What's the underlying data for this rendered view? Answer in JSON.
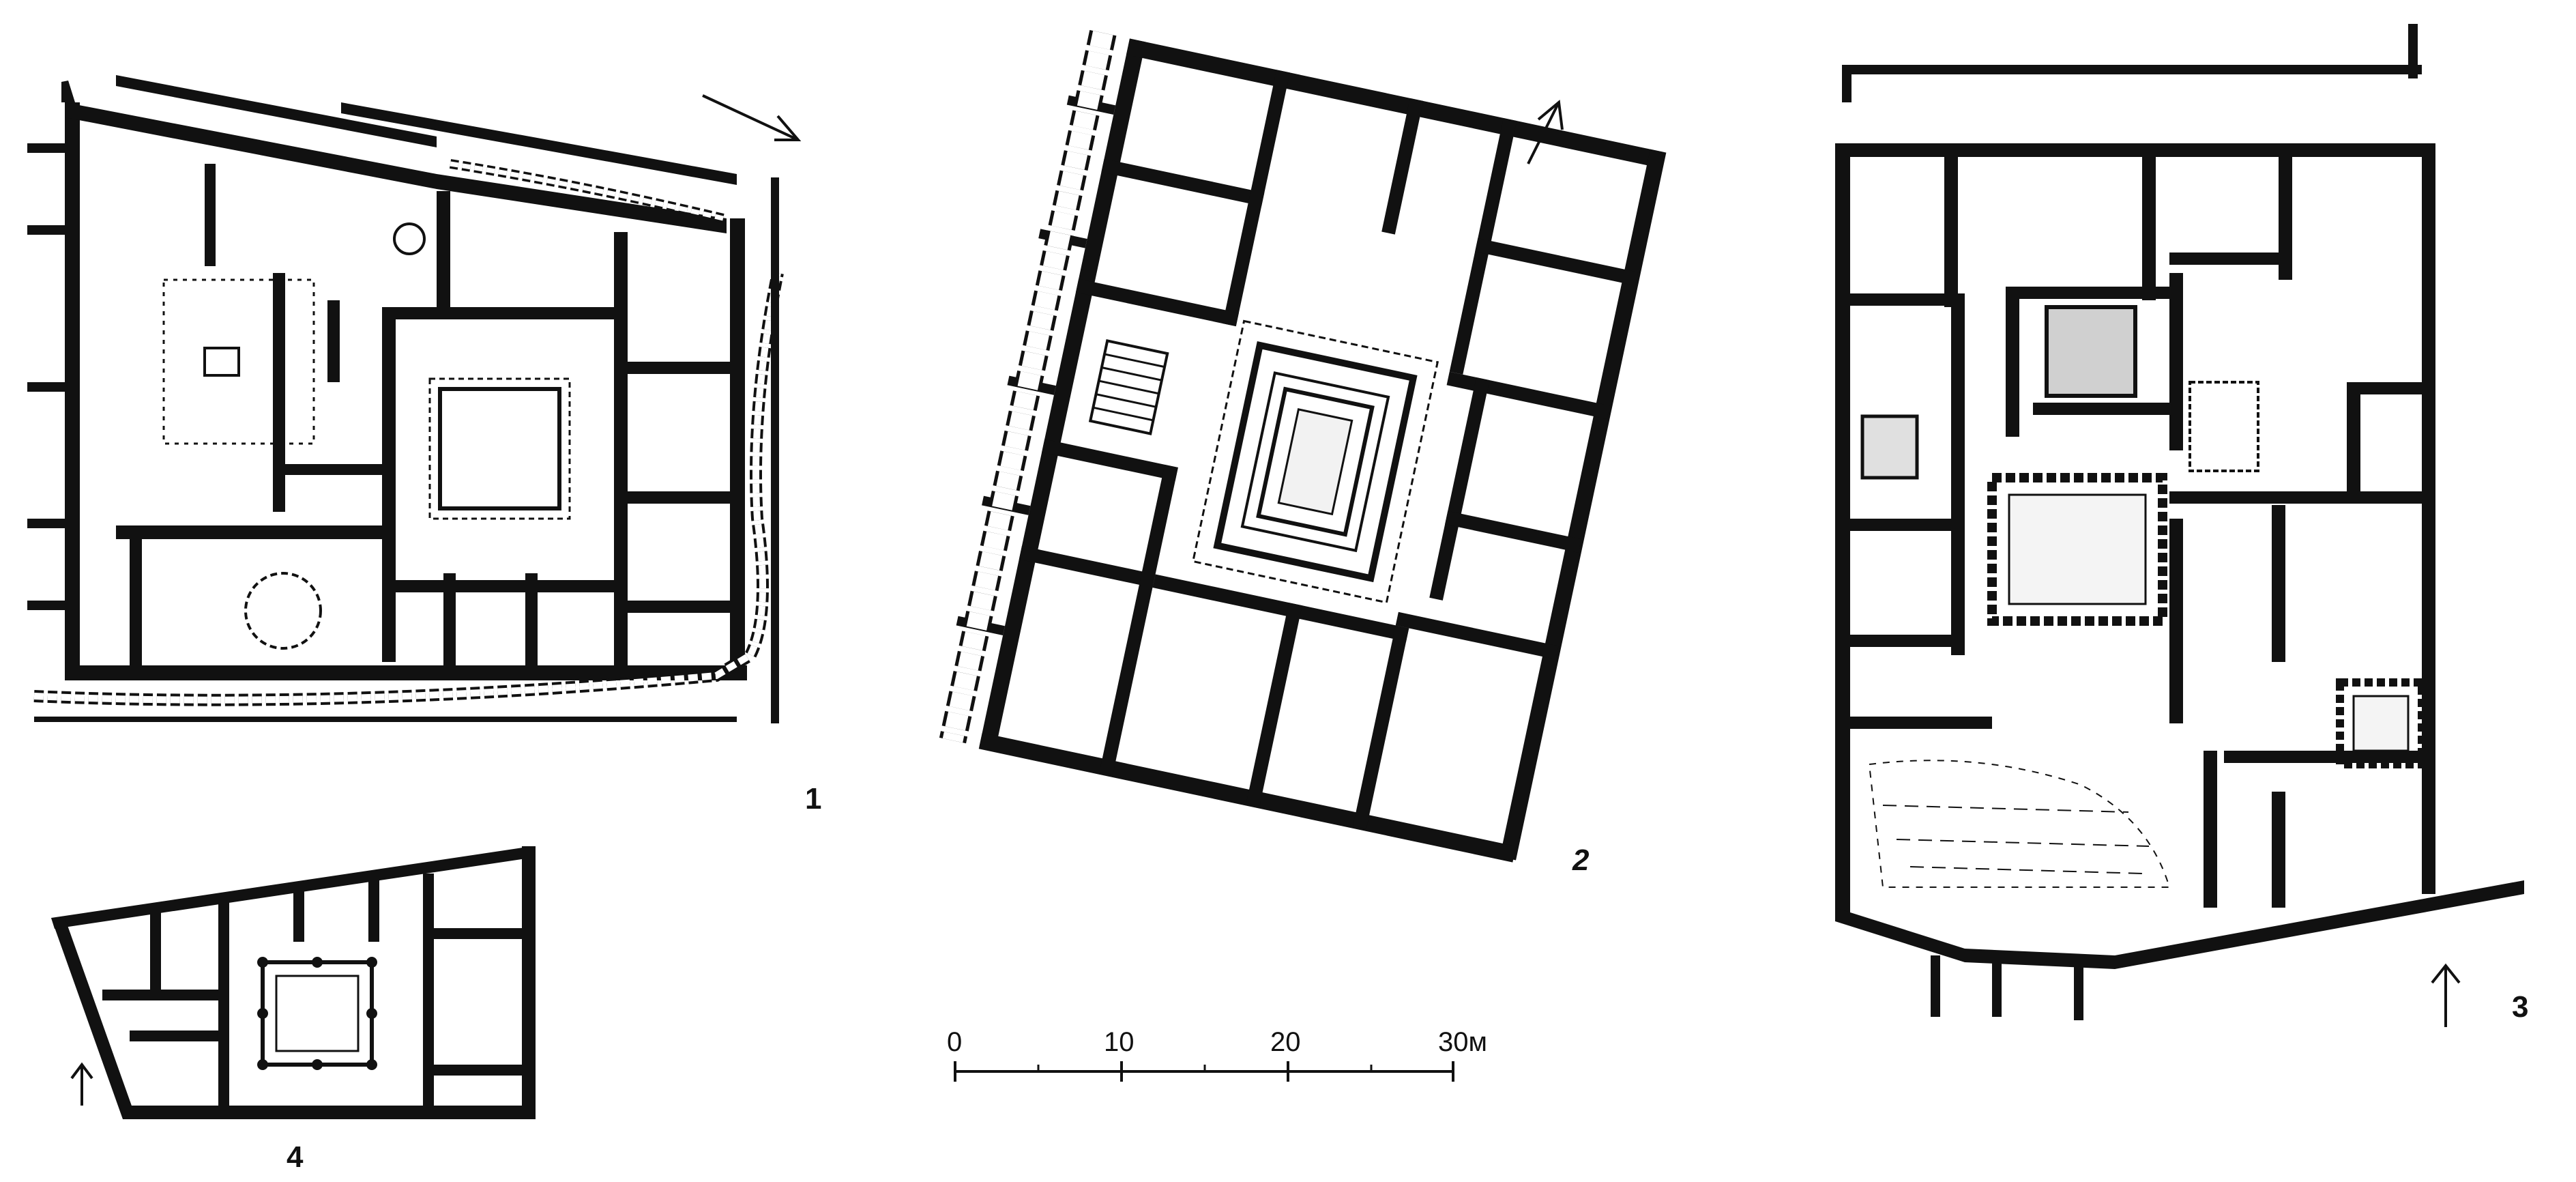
{
  "plans": [
    {
      "id": "1",
      "label": "1"
    },
    {
      "id": "2",
      "label": "2"
    },
    {
      "id": "3",
      "label": "3"
    },
    {
      "id": "4",
      "label": "4"
    }
  ],
  "scale_bar": {
    "ticks": [
      "0",
      "10",
      "20",
      "30м"
    ]
  },
  "colors": {
    "ink": "#111111",
    "paper": "#ffffff"
  }
}
